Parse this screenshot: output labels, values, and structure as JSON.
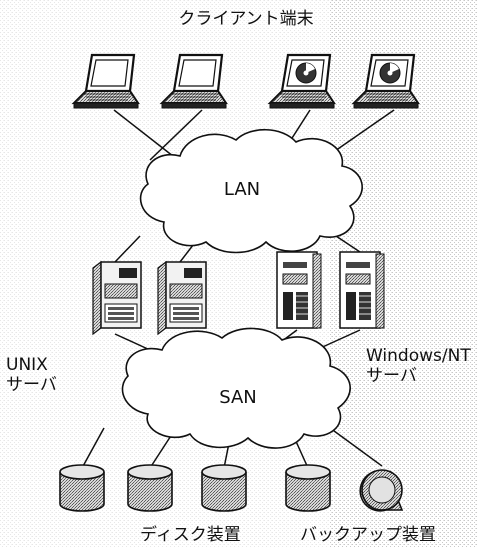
{
  "diagram": {
    "labels": {
      "clients": "クライアント端末",
      "lan": "LAN",
      "san": "SAN",
      "unix_line1": "UNIX",
      "unix_line2": "サーバ",
      "windows_line1": "Windows/NT",
      "windows_line2": "サーバ",
      "disk": "ディスク装置",
      "backup": "バックアップ装置"
    },
    "nodes": {
      "client_terminals": [
        {
          "id": "laptop-1",
          "screen": "blank"
        },
        {
          "id": "laptop-2",
          "screen": "blank"
        },
        {
          "id": "laptop-3",
          "screen": "disc"
        },
        {
          "id": "laptop-4",
          "screen": "disc"
        }
      ],
      "unix_servers": [
        {
          "id": "unix-server-1"
        },
        {
          "id": "unix-server-2"
        }
      ],
      "windows_servers": [
        {
          "id": "windows-server-1"
        },
        {
          "id": "windows-server-2"
        }
      ],
      "disk_units": [
        {
          "id": "disk-1"
        },
        {
          "id": "disk-2"
        },
        {
          "id": "disk-3"
        },
        {
          "id": "disk-4"
        }
      ],
      "backup_units": [
        {
          "id": "backup-tape-1"
        }
      ]
    },
    "edges": [
      {
        "from": "laptop-1",
        "to": "lan"
      },
      {
        "from": "laptop-2",
        "to": "lan"
      },
      {
        "from": "laptop-3",
        "to": "lan"
      },
      {
        "from": "laptop-4",
        "to": "lan"
      },
      {
        "from": "lan",
        "to": "unix-server-1"
      },
      {
        "from": "lan",
        "to": "unix-server-2"
      },
      {
        "from": "lan",
        "to": "windows-server-1"
      },
      {
        "from": "lan",
        "to": "windows-server-2"
      },
      {
        "from": "unix-server-1",
        "to": "san"
      },
      {
        "from": "unix-server-2",
        "to": "san"
      },
      {
        "from": "windows-server-1",
        "to": "san"
      },
      {
        "from": "windows-server-2",
        "to": "san"
      },
      {
        "from": "san",
        "to": "disk-1"
      },
      {
        "from": "san",
        "to": "disk-2"
      },
      {
        "from": "san",
        "to": "disk-3"
      },
      {
        "from": "san",
        "to": "disk-4"
      },
      {
        "from": "san",
        "to": "backup-tape-1"
      }
    ]
  }
}
